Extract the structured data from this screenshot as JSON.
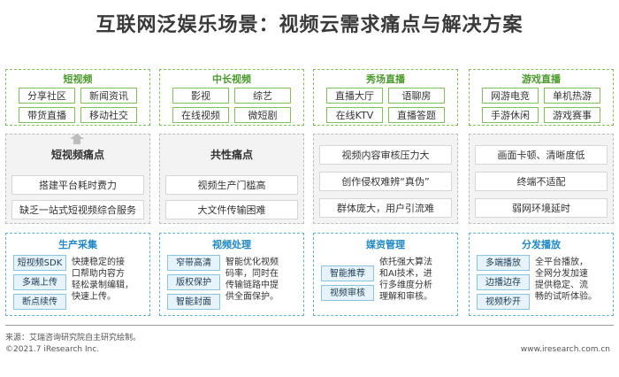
{
  "title": "互联网泛娱乐场景：视频云需求痛点与解决方案",
  "categories": [
    {
      "title": "短视频",
      "tags": [
        "分享社区",
        "新闻资讯",
        "带货直播",
        "移动社交"
      ]
    },
    {
      "title": "中长视频",
      "tags": [
        "影视",
        "综艺",
        "在线视频",
        "微短剧"
      ]
    },
    {
      "title": "秀场直播",
      "tags": [
        "直播大厅",
        "语聊房",
        "在线KTV",
        "直播答题"
      ]
    },
    {
      "title": "游戏直播",
      "tags": [
        "网游电竞",
        "单机热游",
        "手游休闲",
        "游戏赛事"
      ]
    }
  ],
  "pains": [
    {
      "heading": "短视频痛点",
      "items": [
        "搭建平台耗时费力",
        "缺乏一站式短视频综合服务"
      ]
    },
    {
      "heading": "共性痛点",
      "items": [
        "视频生产门槛高",
        "大文件传输困难"
      ]
    },
    {
      "heading": "",
      "items": [
        "视频内容审核压力大",
        "创作侵权难辨“真伪”",
        "群体庞大，用户引流难"
      ]
    },
    {
      "heading": "",
      "items": [
        "画面卡顿、清晰度低",
        "终端不适配",
        "弱网环境延时"
      ]
    }
  ],
  "solutions": [
    {
      "title": "生产采集",
      "buttons": [
        "短视频SDK",
        "多端上传",
        "断点续传"
      ],
      "desc": [
        "快捷稳定的接",
        "口帮助内容方",
        "轻松录制编辑，",
        "快速上传。"
      ]
    },
    {
      "title": "视频处理",
      "buttons": [
        "窄带高清",
        "版权保护",
        "智能封面"
      ],
      "desc": [
        "智能优化视频",
        "码率，同时在",
        "传输链路中提",
        "供全面保护。"
      ]
    },
    {
      "title": "媒资管理",
      "buttons": [
        "智能推荐",
        "视频审核"
      ],
      "desc": [
        "依托强大算法",
        "和AI技术，进",
        "行多维度分析",
        "理解和审核。"
      ]
    },
    {
      "title": "分发播放",
      "buttons": [
        "多端播放",
        "边播边存",
        "视频秒开"
      ],
      "desc": [
        "全平台播放，",
        "全网分发加速",
        "提供稳定、流",
        "畅的试听体验。"
      ]
    }
  ],
  "footer": {
    "source": "来源：艾瑞咨询研究院自主研究绘制。",
    "copyright": "©2021.7 iResearch Inc.",
    "website": "www.iresearch.com.cn"
  },
  "colors": {
    "green": "#7fc255",
    "blue": "#5fb0d6",
    "gray": "#f3f3f3"
  }
}
